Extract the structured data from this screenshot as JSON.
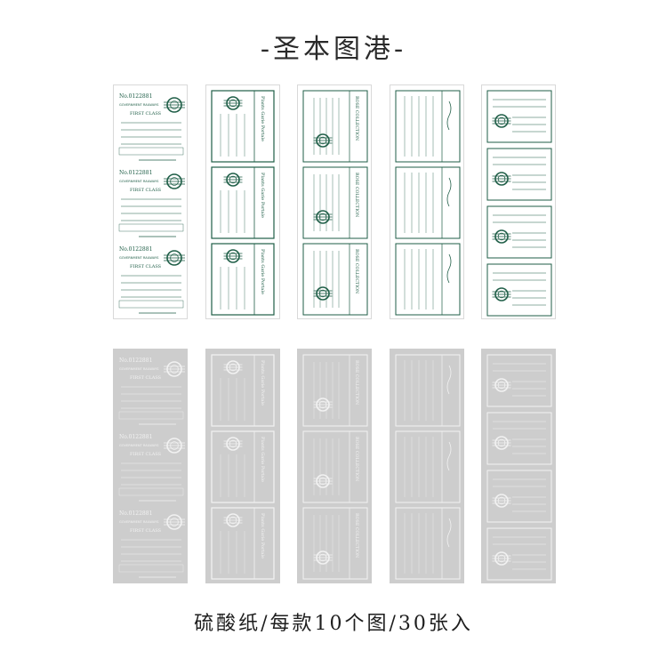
{
  "header": {
    "title": "-圣本图港-"
  },
  "footer": {
    "caption": "硫酸纸/每款10个图/30张入"
  },
  "colors": {
    "ink": "#1f5e47",
    "light_ink": "#f2f2f2",
    "vellum": "#cdcdcd",
    "paper": "#ffffff"
  },
  "strips": [
    {
      "design": "ticket",
      "labels": {
        "number": "No.0122881",
        "railway": "GOVERNMENT RAILWAYS",
        "class": "FIRST CLASS"
      }
    },
    {
      "design": "plants",
      "labels": {
        "vertical": "Plants Garie Portale"
      }
    },
    {
      "design": "rose",
      "labels": {
        "vertical": "ROSE COLLECTION"
      }
    },
    {
      "design": "lined",
      "labels": {}
    },
    {
      "design": "stamp",
      "labels": {}
    }
  ]
}
